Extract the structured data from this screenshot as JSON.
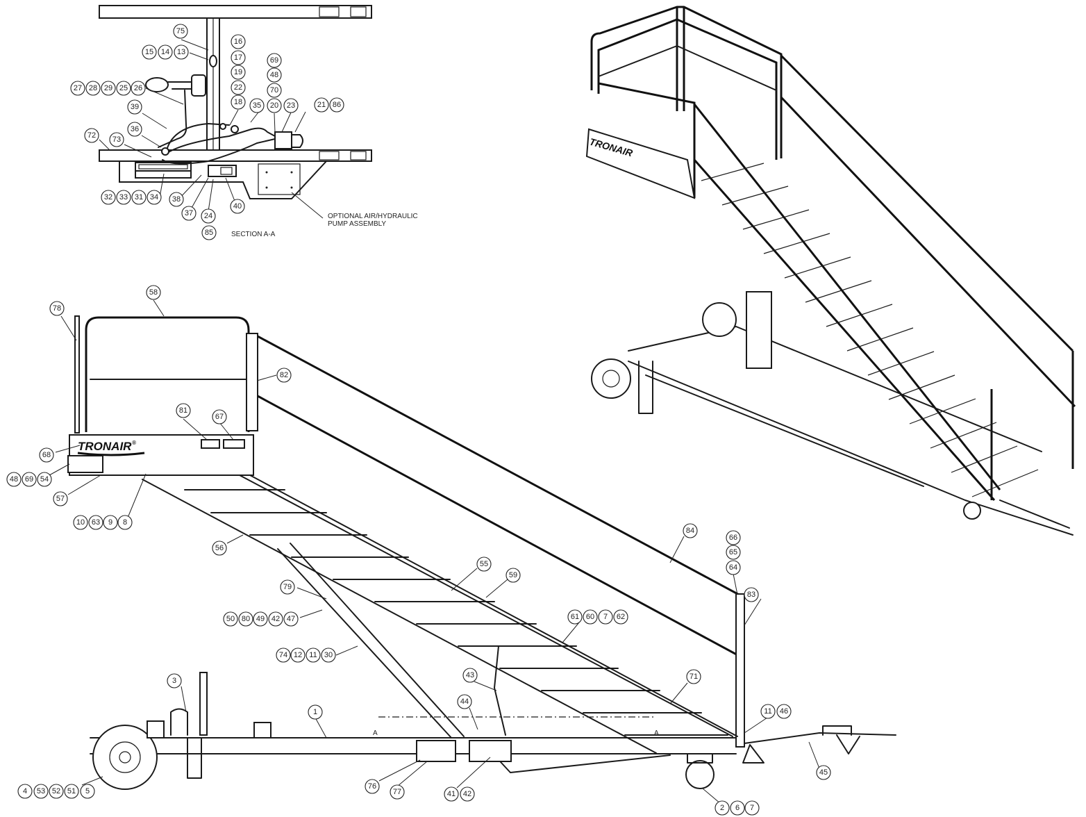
{
  "brand": {
    "logo_text": "TRONAIR",
    "registered_mark": "®"
  },
  "section_view": {
    "title": "SECTION A-A",
    "note_line1": "OPTIONAL AIR/HYDRAULIC",
    "note_line2": "PUMP ASSEMBLY"
  },
  "section_markers": {
    "left": "A",
    "right": "A"
  },
  "callouts": {
    "section_view": [
      {
        "id": "c-75",
        "text": "75"
      },
      {
        "id": "c-15",
        "text": "15"
      },
      {
        "id": "c-14",
        "text": "14"
      },
      {
        "id": "c-13",
        "text": "13"
      },
      {
        "id": "c-16",
        "text": "16"
      },
      {
        "id": "c-17",
        "text": "17"
      },
      {
        "id": "c-19",
        "text": "19"
      },
      {
        "id": "c-22",
        "text": "22"
      },
      {
        "id": "c-18",
        "text": "18"
      },
      {
        "id": "c-69a",
        "text": "69"
      },
      {
        "id": "c-48a",
        "text": "48"
      },
      {
        "id": "c-70",
        "text": "70"
      },
      {
        "id": "c-20",
        "text": "20"
      },
      {
        "id": "c-23",
        "text": "23"
      },
      {
        "id": "c-21",
        "text": "21"
      },
      {
        "id": "c-86",
        "text": "86"
      },
      {
        "id": "c-35",
        "text": "35"
      },
      {
        "id": "c-27",
        "text": "27"
      },
      {
        "id": "c-28",
        "text": "28"
      },
      {
        "id": "c-29",
        "text": "29"
      },
      {
        "id": "c-25",
        "text": "25"
      },
      {
        "id": "c-26",
        "text": "26"
      },
      {
        "id": "c-39",
        "text": "39"
      },
      {
        "id": "c-36",
        "text": "36"
      },
      {
        "id": "c-72",
        "text": "72"
      },
      {
        "id": "c-73",
        "text": "73"
      },
      {
        "id": "c-32",
        "text": "32"
      },
      {
        "id": "c-33",
        "text": "33"
      },
      {
        "id": "c-31",
        "text": "31"
      },
      {
        "id": "c-34",
        "text": "34"
      },
      {
        "id": "c-38",
        "text": "38"
      },
      {
        "id": "c-37",
        "text": "37"
      },
      {
        "id": "c-24",
        "text": "24"
      },
      {
        "id": "c-85",
        "text": "85"
      },
      {
        "id": "c-40",
        "text": "40"
      }
    ],
    "side_view": [
      {
        "id": "c-58",
        "text": "58"
      },
      {
        "id": "c-78",
        "text": "78"
      },
      {
        "id": "c-82",
        "text": "82"
      },
      {
        "id": "c-81",
        "text": "81"
      },
      {
        "id": "c-67",
        "text": "67"
      },
      {
        "id": "c-68",
        "text": "68"
      },
      {
        "id": "c-48b",
        "text": "48"
      },
      {
        "id": "c-69b",
        "text": "69"
      },
      {
        "id": "c-54",
        "text": "54"
      },
      {
        "id": "c-57",
        "text": "57"
      },
      {
        "id": "c-10",
        "text": "10"
      },
      {
        "id": "c-63",
        "text": "63"
      },
      {
        "id": "c-9",
        "text": "9"
      },
      {
        "id": "c-8",
        "text": "8"
      },
      {
        "id": "c-56",
        "text": "56"
      },
      {
        "id": "c-55",
        "text": "55"
      },
      {
        "id": "c-59",
        "text": "59"
      },
      {
        "id": "c-84",
        "text": "84"
      },
      {
        "id": "c-66",
        "text": "66"
      },
      {
        "id": "c-65",
        "text": "65"
      },
      {
        "id": "c-64",
        "text": "64"
      },
      {
        "id": "c-83",
        "text": "83"
      },
      {
        "id": "c-79",
        "text": "79"
      },
      {
        "id": "c-50",
        "text": "50"
      },
      {
        "id": "c-80",
        "text": "80"
      },
      {
        "id": "c-49",
        "text": "49"
      },
      {
        "id": "c-42a",
        "text": "42"
      },
      {
        "id": "c-47",
        "text": "47"
      },
      {
        "id": "c-61",
        "text": "61"
      },
      {
        "id": "c-60",
        "text": "60"
      },
      {
        "id": "c-7a",
        "text": "7"
      },
      {
        "id": "c-62",
        "text": "62"
      },
      {
        "id": "c-74",
        "text": "74"
      },
      {
        "id": "c-12",
        "text": "12"
      },
      {
        "id": "c-11a",
        "text": "11"
      },
      {
        "id": "c-30",
        "text": "30"
      },
      {
        "id": "c-71",
        "text": "71"
      },
      {
        "id": "c-43",
        "text": "43"
      },
      {
        "id": "c-44",
        "text": "44"
      },
      {
        "id": "c-3",
        "text": "3"
      },
      {
        "id": "c-1",
        "text": "1"
      },
      {
        "id": "c-11b",
        "text": "11"
      },
      {
        "id": "c-46",
        "text": "46"
      },
      {
        "id": "c-45",
        "text": "45"
      },
      {
        "id": "c-4",
        "text": "4"
      },
      {
        "id": "c-53",
        "text": "53"
      },
      {
        "id": "c-52",
        "text": "52"
      },
      {
        "id": "c-51",
        "text": "51"
      },
      {
        "id": "c-5",
        "text": "5"
      },
      {
        "id": "c-76",
        "text": "76"
      },
      {
        "id": "c-77",
        "text": "77"
      },
      {
        "id": "c-41",
        "text": "41"
      },
      {
        "id": "c-42b",
        "text": "42"
      },
      {
        "id": "c-2",
        "text": "2"
      },
      {
        "id": "c-6",
        "text": "6"
      },
      {
        "id": "c-7b",
        "text": "7"
      }
    ]
  }
}
